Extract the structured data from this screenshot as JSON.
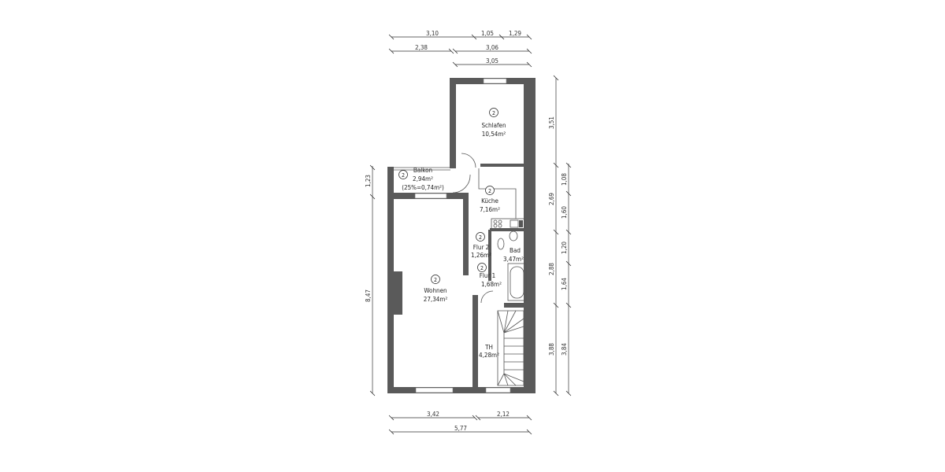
{
  "rooms": {
    "schlafen": {
      "number": "2",
      "name": "Schlafen",
      "area": "10,54m²"
    },
    "balkon": {
      "number": "2",
      "name": "Balkon",
      "area": "2,94m²",
      "note": "(25%=0,74m²)"
    },
    "kueche": {
      "number": "2",
      "name": "Küche",
      "area": "7,16m²"
    },
    "flur2": {
      "number": "2",
      "name": "Flur 2",
      "area": "1,26m²"
    },
    "bad": {
      "name": "Bad",
      "area": "3,47m²"
    },
    "flur1": {
      "number": "2",
      "name": "Flur 1",
      "area": "1,68m²"
    },
    "wohnen": {
      "number": "2",
      "name": "Wohnen",
      "area": "27,34m²"
    },
    "th": {
      "name": "TH",
      "area": "4,28m²"
    }
  },
  "dimensions": {
    "top_row1": [
      "3,10",
      "1,05",
      "1,29"
    ],
    "top_row2": [
      "2,38",
      "3,06"
    ],
    "top_row3": [
      "3,05"
    ],
    "right_outer": [
      "3,51",
      "2,69",
      "2,88",
      "3,88"
    ],
    "right_inner": [
      "1,08",
      "1,60",
      "1,20",
      "1,64",
      "3,84"
    ],
    "left": [
      "1,23",
      "8,47"
    ],
    "bottom_row1": [
      "3,42",
      "2,12"
    ],
    "bottom_row2": [
      "5,77"
    ]
  }
}
